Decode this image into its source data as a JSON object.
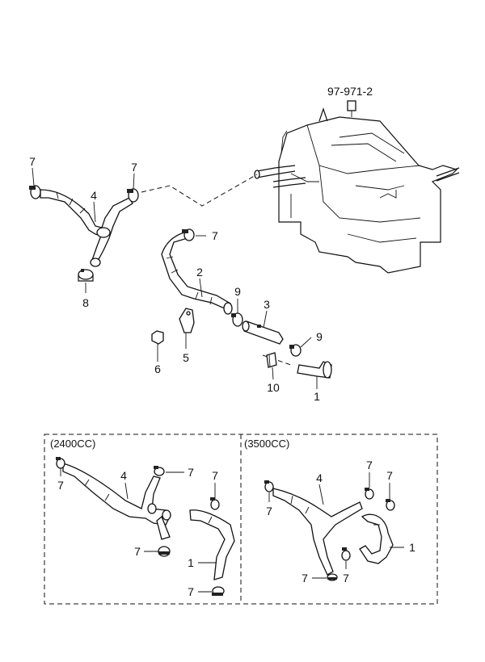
{
  "main": {
    "part_ref": "97-971-2",
    "callouts": {
      "c7a": "7",
      "c4a": "4",
      "c7b": "7",
      "c7c": "7",
      "c8": "8",
      "c2": "2",
      "c9a": "9",
      "c3": "3",
      "c9b": "9",
      "c5": "5",
      "c6": "6",
      "c10": "10",
      "c1": "1"
    }
  },
  "inset_2400": {
    "title": "(2400CC)",
    "callouts": {
      "c7a": "7",
      "c4": "4",
      "c7b": "7",
      "c7c": "7",
      "c7d": "7",
      "c1": "1",
      "c7e": "7"
    }
  },
  "inset_3500": {
    "title": "(3500CC)",
    "callouts": {
      "c7a": "7",
      "c4": "4",
      "c7b": "7",
      "c7c": "7",
      "c1": "1",
      "c7d": "7",
      "c7e": "7"
    }
  }
}
